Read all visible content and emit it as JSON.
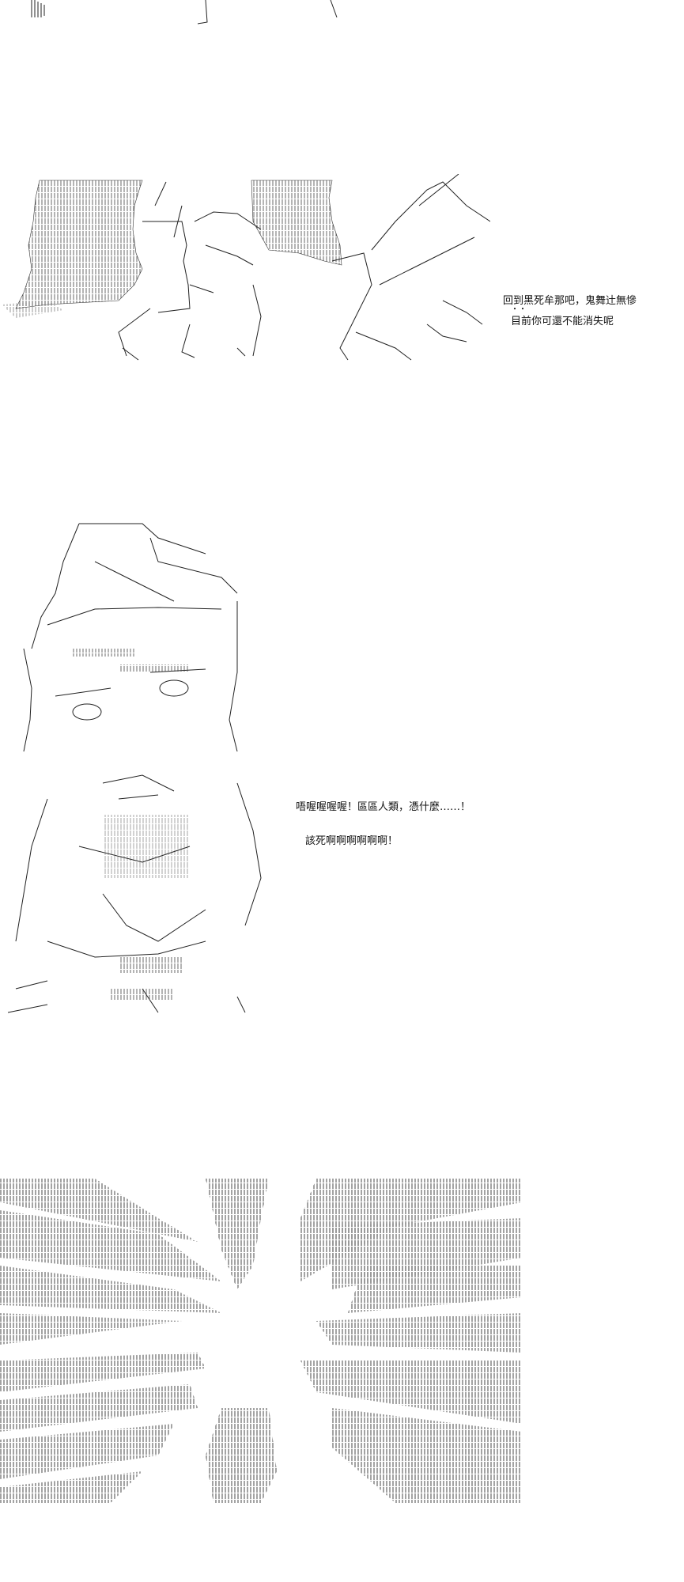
{
  "panel1": {
    "lines": [
      "回到黑死牟那吧，鬼舞辻無慘",
      "目前你可還不能消失呢"
    ],
    "emphasis_dots": "・・"
  },
  "panel2": {
    "lines": [
      "唔喔喔喔喔！區區人類，憑什麼……！",
      "該死啊啊啊啊啊啊！"
    ]
  },
  "colors": {
    "ink": "#111111",
    "background": "#ffffff"
  }
}
